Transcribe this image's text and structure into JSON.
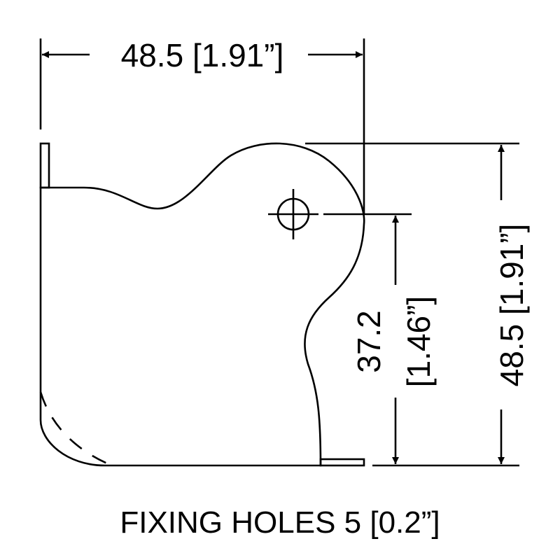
{
  "drawing": {
    "line_color": "#000000",
    "background": "#ffffff",
    "part": "corner-protector-outline",
    "fixing_hole_symbol": "circle-with-crosshair"
  },
  "dimensions": {
    "top_width": "48.5 [1.91”]",
    "right_height": "48.5 [1.91”]",
    "hole_height_value": "37.2",
    "hole_height_inches": "[1.46”]"
  },
  "caption": "FIXING HOLES 5 [0.2”]"
}
